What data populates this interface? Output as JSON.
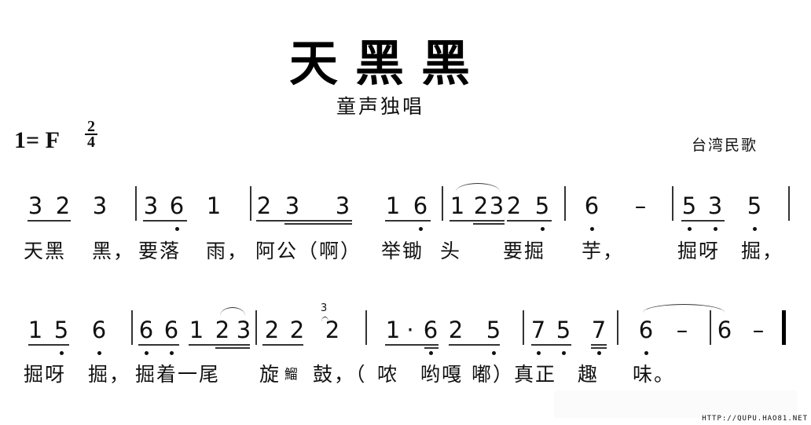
{
  "header": {
    "title": "天黑黑",
    "subtitle": "童声独唱",
    "key": "1= F",
    "time_top": "2",
    "time_bottom": "4",
    "origin": "台湾民歌"
  },
  "lines": [
    {
      "notes": [
        {
          "n": "3"
        },
        {
          "n": "2"
        },
        {
          "n": "3"
        },
        {
          "bar": true
        },
        {
          "n": "3"
        },
        {
          "n": "6",
          "low": true
        },
        {
          "n": "1"
        },
        {
          "bar": true
        },
        {
          "n": "2"
        },
        {
          "n": "3"
        },
        {
          "n": "3"
        },
        {
          "n": "1"
        },
        {
          "n": "6",
          "low": true
        },
        {
          "bar": true
        },
        {
          "n": "1"
        },
        {
          "n": "2"
        },
        {
          "n": "3"
        },
        {
          "n": "2"
        },
        {
          "n": "5",
          "low": true
        },
        {
          "bar": true
        },
        {
          "n": "6",
          "low": true
        },
        {
          "n": "–"
        },
        {
          "bar": true
        },
        {
          "n": "5",
          "low": true
        },
        {
          "n": "3",
          "low": true
        },
        {
          "n": "5",
          "low": true
        },
        {
          "bar": true
        }
      ],
      "lyrics": [
        "天黑",
        "黑，",
        "要落",
        "雨，",
        "阿公（啊）",
        "举锄",
        "头",
        "要掘",
        "芋，",
        "掘呀",
        "掘，"
      ]
    },
    {
      "notes": [
        {
          "n": "1"
        },
        {
          "n": "5",
          "low": true
        },
        {
          "n": "6",
          "low": true
        },
        {
          "bar": true
        },
        {
          "n": "6",
          "low": true
        },
        {
          "n": "6",
          "low": true
        },
        {
          "n": "1"
        },
        {
          "n": "2"
        },
        {
          "n": "3"
        },
        {
          "bar": true
        },
        {
          "n": "2"
        },
        {
          "n": "2"
        },
        {
          "n": "2",
          "grace": "3"
        },
        {
          "bar": true
        },
        {
          "n": "1"
        },
        {
          "n": "·"
        },
        {
          "n": "6",
          "low": true
        },
        {
          "n": "2"
        },
        {
          "n": "5",
          "low": true
        },
        {
          "bar": true
        },
        {
          "n": "7",
          "low": true
        },
        {
          "n": "5",
          "low": true
        },
        {
          "n": "7",
          "low": true
        },
        {
          "bar": true
        },
        {
          "n": "6",
          "low": true
        },
        {
          "n": "–"
        },
        {
          "bar": true
        },
        {
          "n": "6"
        },
        {
          "n": "–"
        },
        {
          "final": true
        }
      ],
      "lyrics": [
        "掘呀",
        "掘，",
        "掘着一尾",
        "旋",
        "鰡",
        "鼓，（",
        "哝",
        "哟嘎",
        "嘟）真正",
        "趣",
        "味。"
      ]
    }
  ],
  "watermark": "HTTP://QUPU.HAO81.NET"
}
